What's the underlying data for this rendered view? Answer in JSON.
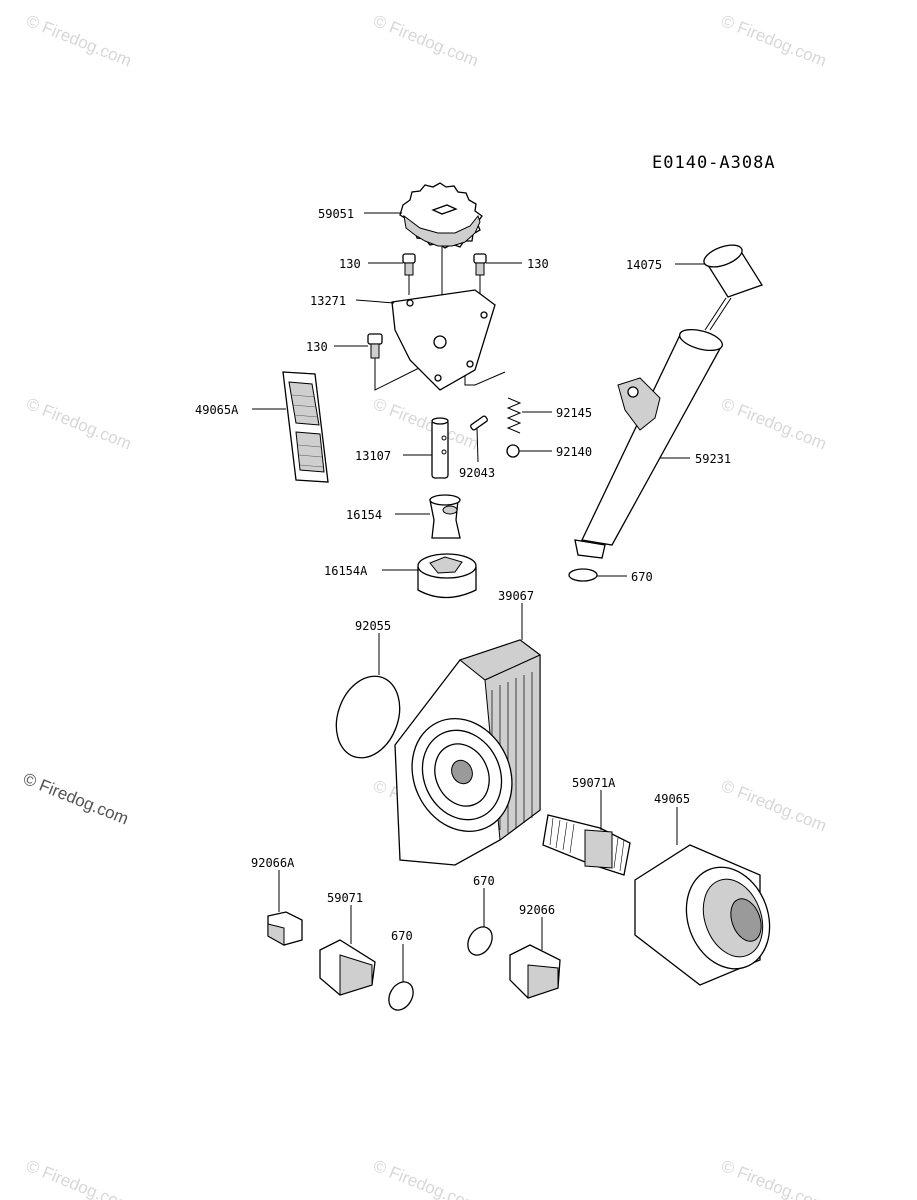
{
  "diagram_code": "E0140-A308A",
  "watermark": {
    "text": "© Firedog.com"
  },
  "labels": {
    "p59051": "59051",
    "p130_a": "130",
    "p130_b": "130",
    "p130_c": "130",
    "p13271": "13271",
    "p49065A": "49065A",
    "p92145": "92145",
    "p92140": "92140",
    "p13107": "13107",
    "p92043": "92043",
    "p16154": "16154",
    "p16154A": "16154A",
    "p14075": "14075",
    "p59231": "59231",
    "p670_a": "670",
    "p39067": "39067",
    "p92055": "92055",
    "p59071A": "59071A",
    "p49065": "49065",
    "p92066A": "92066A",
    "p59071": "59071",
    "p670_b": "670",
    "p670_c": "670",
    "p92066": "92066"
  }
}
